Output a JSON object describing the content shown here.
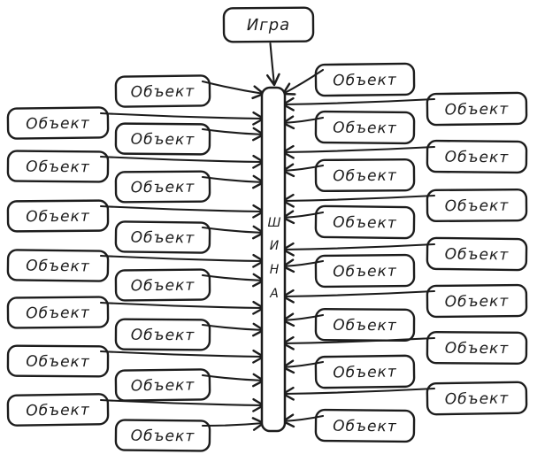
{
  "diagram": {
    "background_color": "#ffffff",
    "ink_color": "#1c1c1c",
    "game_node": {
      "label": "Игра"
    },
    "bus_node": {
      "label": "ШИНА",
      "letters": [
        "Ш",
        "И",
        "Н",
        "А"
      ]
    },
    "object_label": "Объект",
    "object_counts": {
      "left_outer": 7,
      "left_inner": 8,
      "right_inner": 8,
      "right_outer": 7
    },
    "arrow_direction": "objects-and-game-point-into-bus"
  }
}
